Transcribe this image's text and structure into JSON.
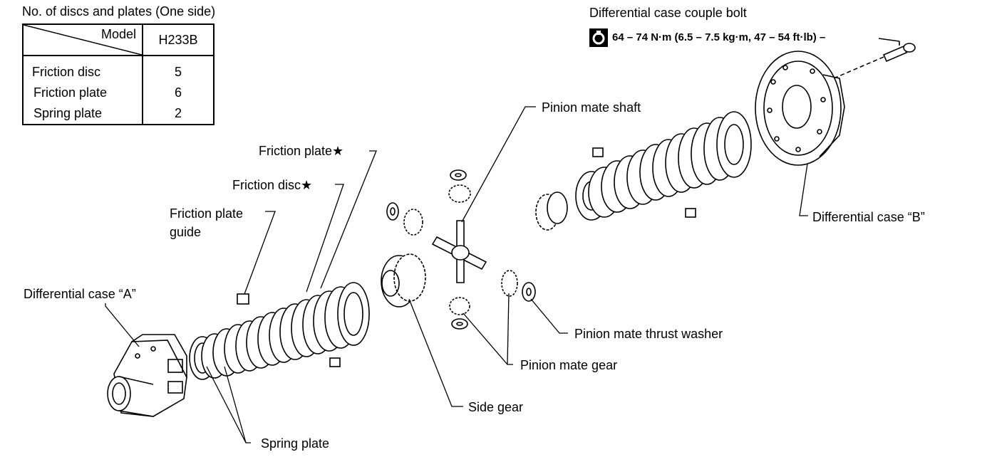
{
  "spec_table": {
    "title": "No. of discs and plates (One side)",
    "header_label": "Model",
    "model": "H233B",
    "rows": [
      {
        "name": "Friction disc",
        "value": "5"
      },
      {
        "name": "Friction plate",
        "value": "6"
      },
      {
        "name": "Spring plate",
        "value": "2"
      }
    ]
  },
  "bolt": {
    "title": "Differential case couple bolt",
    "torque": "64 – 74 N·m (6.5 – 7.5 kg·m, 47 – 54 ft·lb) –"
  },
  "labels": {
    "friction_plate_star": "Friction plate★",
    "friction_disc_star": "Friction disc★",
    "friction_plate_guide_1": "Friction plate",
    "friction_plate_guide_2": "guide",
    "diff_case_a": "Differential case “A”",
    "spring_plate": "Spring plate",
    "side_gear": "Side gear",
    "pinion_mate_shaft": "Pinion mate shaft",
    "pinion_mate_thrust_washer": "Pinion mate thrust washer",
    "pinion_mate_gear": "Pinion mate gear",
    "diff_case_b": "Differential case “B”"
  }
}
